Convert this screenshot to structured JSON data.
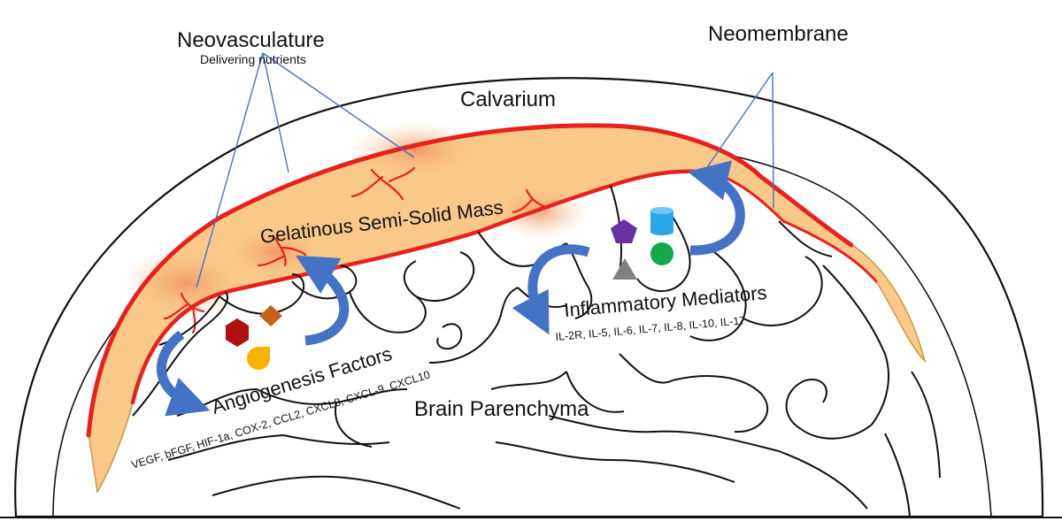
{
  "labels": {
    "neovasculature": "Neovasculature",
    "neovasculature_sub": "Delivering nutrients",
    "neomembrane": "Neomembrane",
    "calvarium": "Calvarium",
    "gelatinous": "Gelatinous Semi-Solid Mass",
    "inflammatory": "Inflammatory Mediators",
    "inflammatory_list": "IL-2R, IL-5, IL-6, IL-7, IL-8, IL-10, IL-17",
    "angiogenesis": "Angiogenesis Factors",
    "angiogenesis_list": "VEGF, bFGF, HIF-1a, COX-2, CCL2, CXCL8, CXCL-9, CXCL10",
    "brain": "Brain Parenchyma"
  },
  "colors": {
    "vessel": "#e8201e",
    "mass": "#f9c98a",
    "mass_edge": "#c89a3c",
    "arrow": "#4472c4",
    "pointer": "#4472c4",
    "outline": "#111111",
    "hexagon": "#b01010",
    "diamond": "#c8601a",
    "drop": "#f5b400",
    "pentagon": "#6a2fa0",
    "cylinder": "#29a8e8",
    "circle": "#15a84a",
    "triangle": "#808080"
  },
  "icons": {
    "angiogenesis": [
      "hexagon-icon",
      "diamond-icon",
      "drop-icon"
    ],
    "inflammatory": [
      "pentagon-icon",
      "cylinder-icon",
      "circle-icon",
      "triangle-icon"
    ]
  }
}
